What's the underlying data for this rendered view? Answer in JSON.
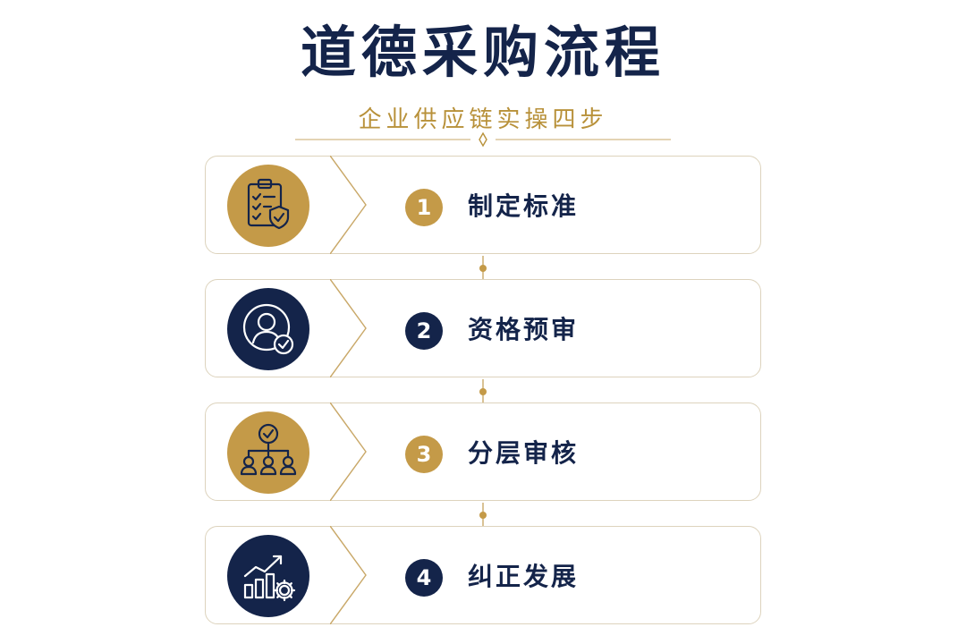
{
  "header": {
    "title": "道德采购流程",
    "subtitle": "企业供应链实操四步"
  },
  "colors": {
    "navy": "#14244a",
    "gold": "#c49a48",
    "card_border": "#ddd3bd"
  },
  "steps": [
    {
      "number": "1",
      "label": "制定标准",
      "icon": "clipboard-checklist-shield-icon",
      "theme": "gold"
    },
    {
      "number": "2",
      "label": "资格预审",
      "icon": "user-verified-icon",
      "theme": "navy"
    },
    {
      "number": "3",
      "label": "分层审核",
      "icon": "hierarchy-audit-icon",
      "theme": "gold"
    },
    {
      "number": "4",
      "label": "纠正发展",
      "icon": "growth-chart-gear-icon",
      "theme": "navy"
    }
  ]
}
